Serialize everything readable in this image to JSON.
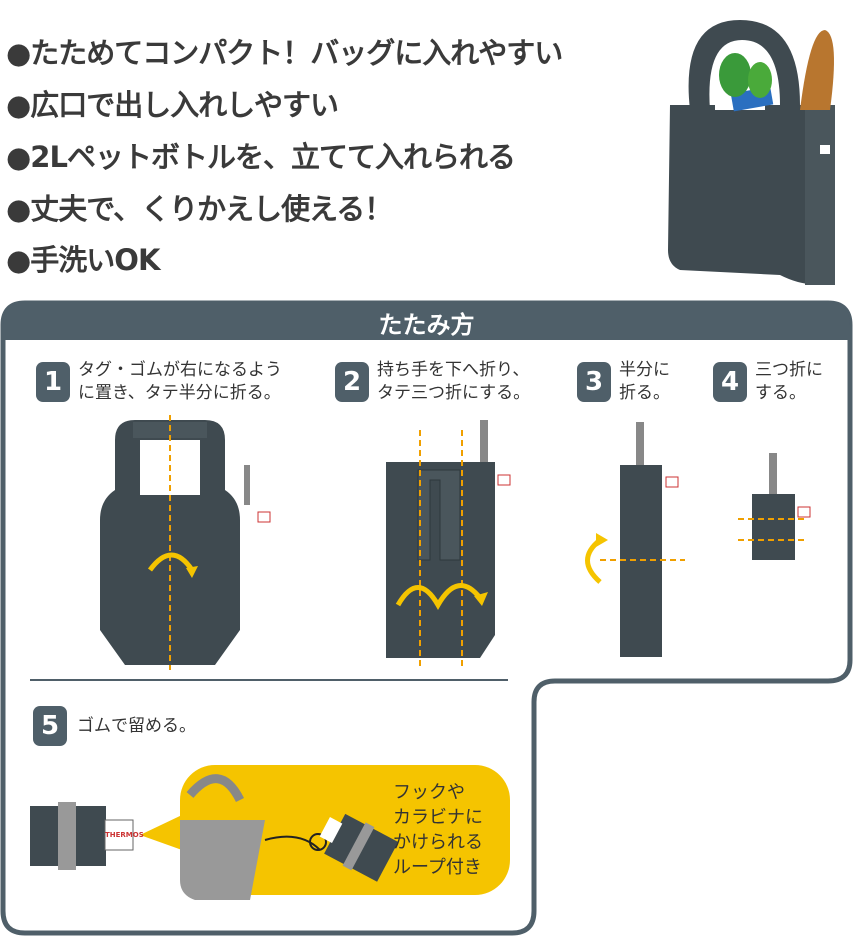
{
  "features": [
    "●たためてコンパクト！バッグに入れやすい",
    "●広口で出し入れしやすい",
    "●2Lペットボトルを、立てて入れられる",
    "●丈夫で、くりかえし使える！",
    "●手洗いOK"
  ],
  "howto": {
    "title": "たたみ方",
    "steps": [
      {
        "num": "1",
        "line1": "タグ・ゴムが右になるよう",
        "line2": "に置き、タテ半分に折る。"
      },
      {
        "num": "2",
        "line1": "持ち手を下へ折り、",
        "line2": "タテ三つ折にする。"
      },
      {
        "num": "3",
        "line1": "半分に",
        "line2": "折る。"
      },
      {
        "num": "4",
        "line1": "三つ折に",
        "line2": "する。"
      },
      {
        "num": "5",
        "line1": "ゴムで留める。"
      }
    ],
    "callout": [
      "フックや",
      "カラビナに",
      "かけられる",
      "ループ付き"
    ]
  },
  "brand_tag": "THERMOS",
  "colors": {
    "bag": "#3f4a50",
    "panel": "#4f5f69",
    "accent": "#f5c400",
    "fold_line": "#f0a000"
  }
}
